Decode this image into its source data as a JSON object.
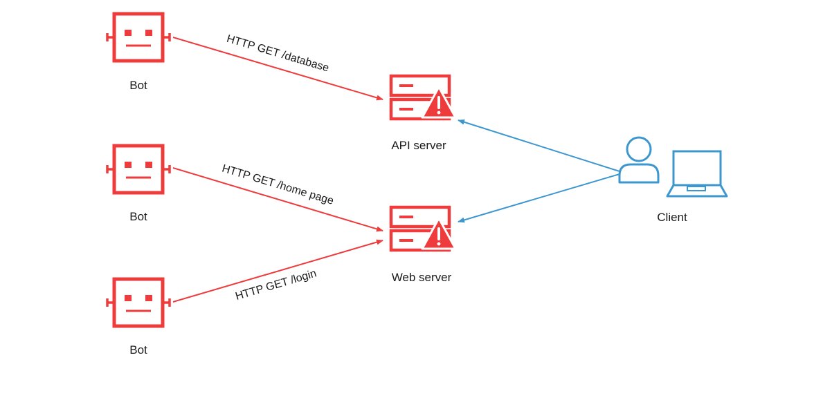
{
  "colors": {
    "attack": "#ee3b3b",
    "legit": "#3d97cf",
    "text": "#1a1a1a",
    "warning_mark": "#ffffff"
  },
  "nodes": {
    "bot1": {
      "label": "Bot",
      "icon": "robot-icon"
    },
    "bot2": {
      "label": "Bot",
      "icon": "robot-icon"
    },
    "bot3": {
      "label": "Bot",
      "icon": "robot-icon"
    },
    "api_server": {
      "label": "API server",
      "icon": "server-warning-icon"
    },
    "web_server": {
      "label": "Web server",
      "icon": "server-warning-icon"
    },
    "client": {
      "label": "Client",
      "icons": [
        "user-icon",
        "laptop-icon"
      ]
    }
  },
  "edges": [
    {
      "from": "Bot",
      "to": "API server",
      "label": "HTTP GET /database",
      "kind": "attack"
    },
    {
      "from": "Bot",
      "to": "Web server",
      "label": "HTTP GET /home page",
      "kind": "attack"
    },
    {
      "from": "Bot",
      "to": "Web server",
      "label": "HTTP GET /login",
      "kind": "attack"
    },
    {
      "from": "Client",
      "to": "API server",
      "label": "",
      "kind": "legit"
    },
    {
      "from": "Client",
      "to": "Web server",
      "label": "",
      "kind": "legit"
    }
  ]
}
